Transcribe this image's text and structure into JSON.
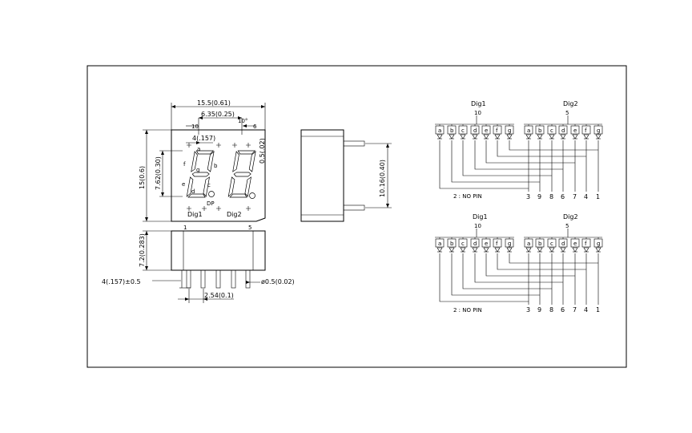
{
  "dimensions": {
    "width_total": "15.5(0.61)",
    "pitch": "6.35(0.25)",
    "pin10": "10",
    "angle": "10°",
    "dim6": "6",
    "hole": "4(.157)",
    "offset": "0.5(.02)",
    "height_total": "15(0.6)",
    "digit_height": "7.62(0.30)",
    "side_width": "10.16(0.40)",
    "body_height": "7.2(0.283)",
    "pin_length": "4(.157)±0.5",
    "pin_pitch": "2.54(0.1)",
    "pin_diameter": "ø0.5(0.02)",
    "pin1": "1",
    "pin5": "5"
  },
  "front": {
    "segments": [
      "a",
      "b",
      "c",
      "d",
      "e",
      "f",
      "g"
    ],
    "dp": "DP",
    "dig1": "Dig1",
    "dig2": "Dig2"
  },
  "schematics": [
    {
      "dig1_label": "Dig1",
      "dig1_pin": "10",
      "dig2_label": "Dig2",
      "dig2_pin": "5",
      "segments": [
        "a",
        "b",
        "c",
        "d",
        "e",
        "f",
        "g"
      ],
      "bottom_pins": [
        "3",
        "9",
        "8",
        "6",
        "7",
        "4",
        "1"
      ],
      "no_pin_note": "2 : NO PIN"
    },
    {
      "dig1_label": "Dig1",
      "dig1_pin": "10",
      "dig2_label": "Dig2",
      "dig2_pin": "5",
      "segments": [
        "a",
        "b",
        "c",
        "d",
        "e",
        "f",
        "g"
      ],
      "bottom_pins": [
        "3",
        "9",
        "8",
        "6",
        "7",
        "4",
        "1"
      ],
      "no_pin_note": "2 : NO PIN"
    }
  ]
}
